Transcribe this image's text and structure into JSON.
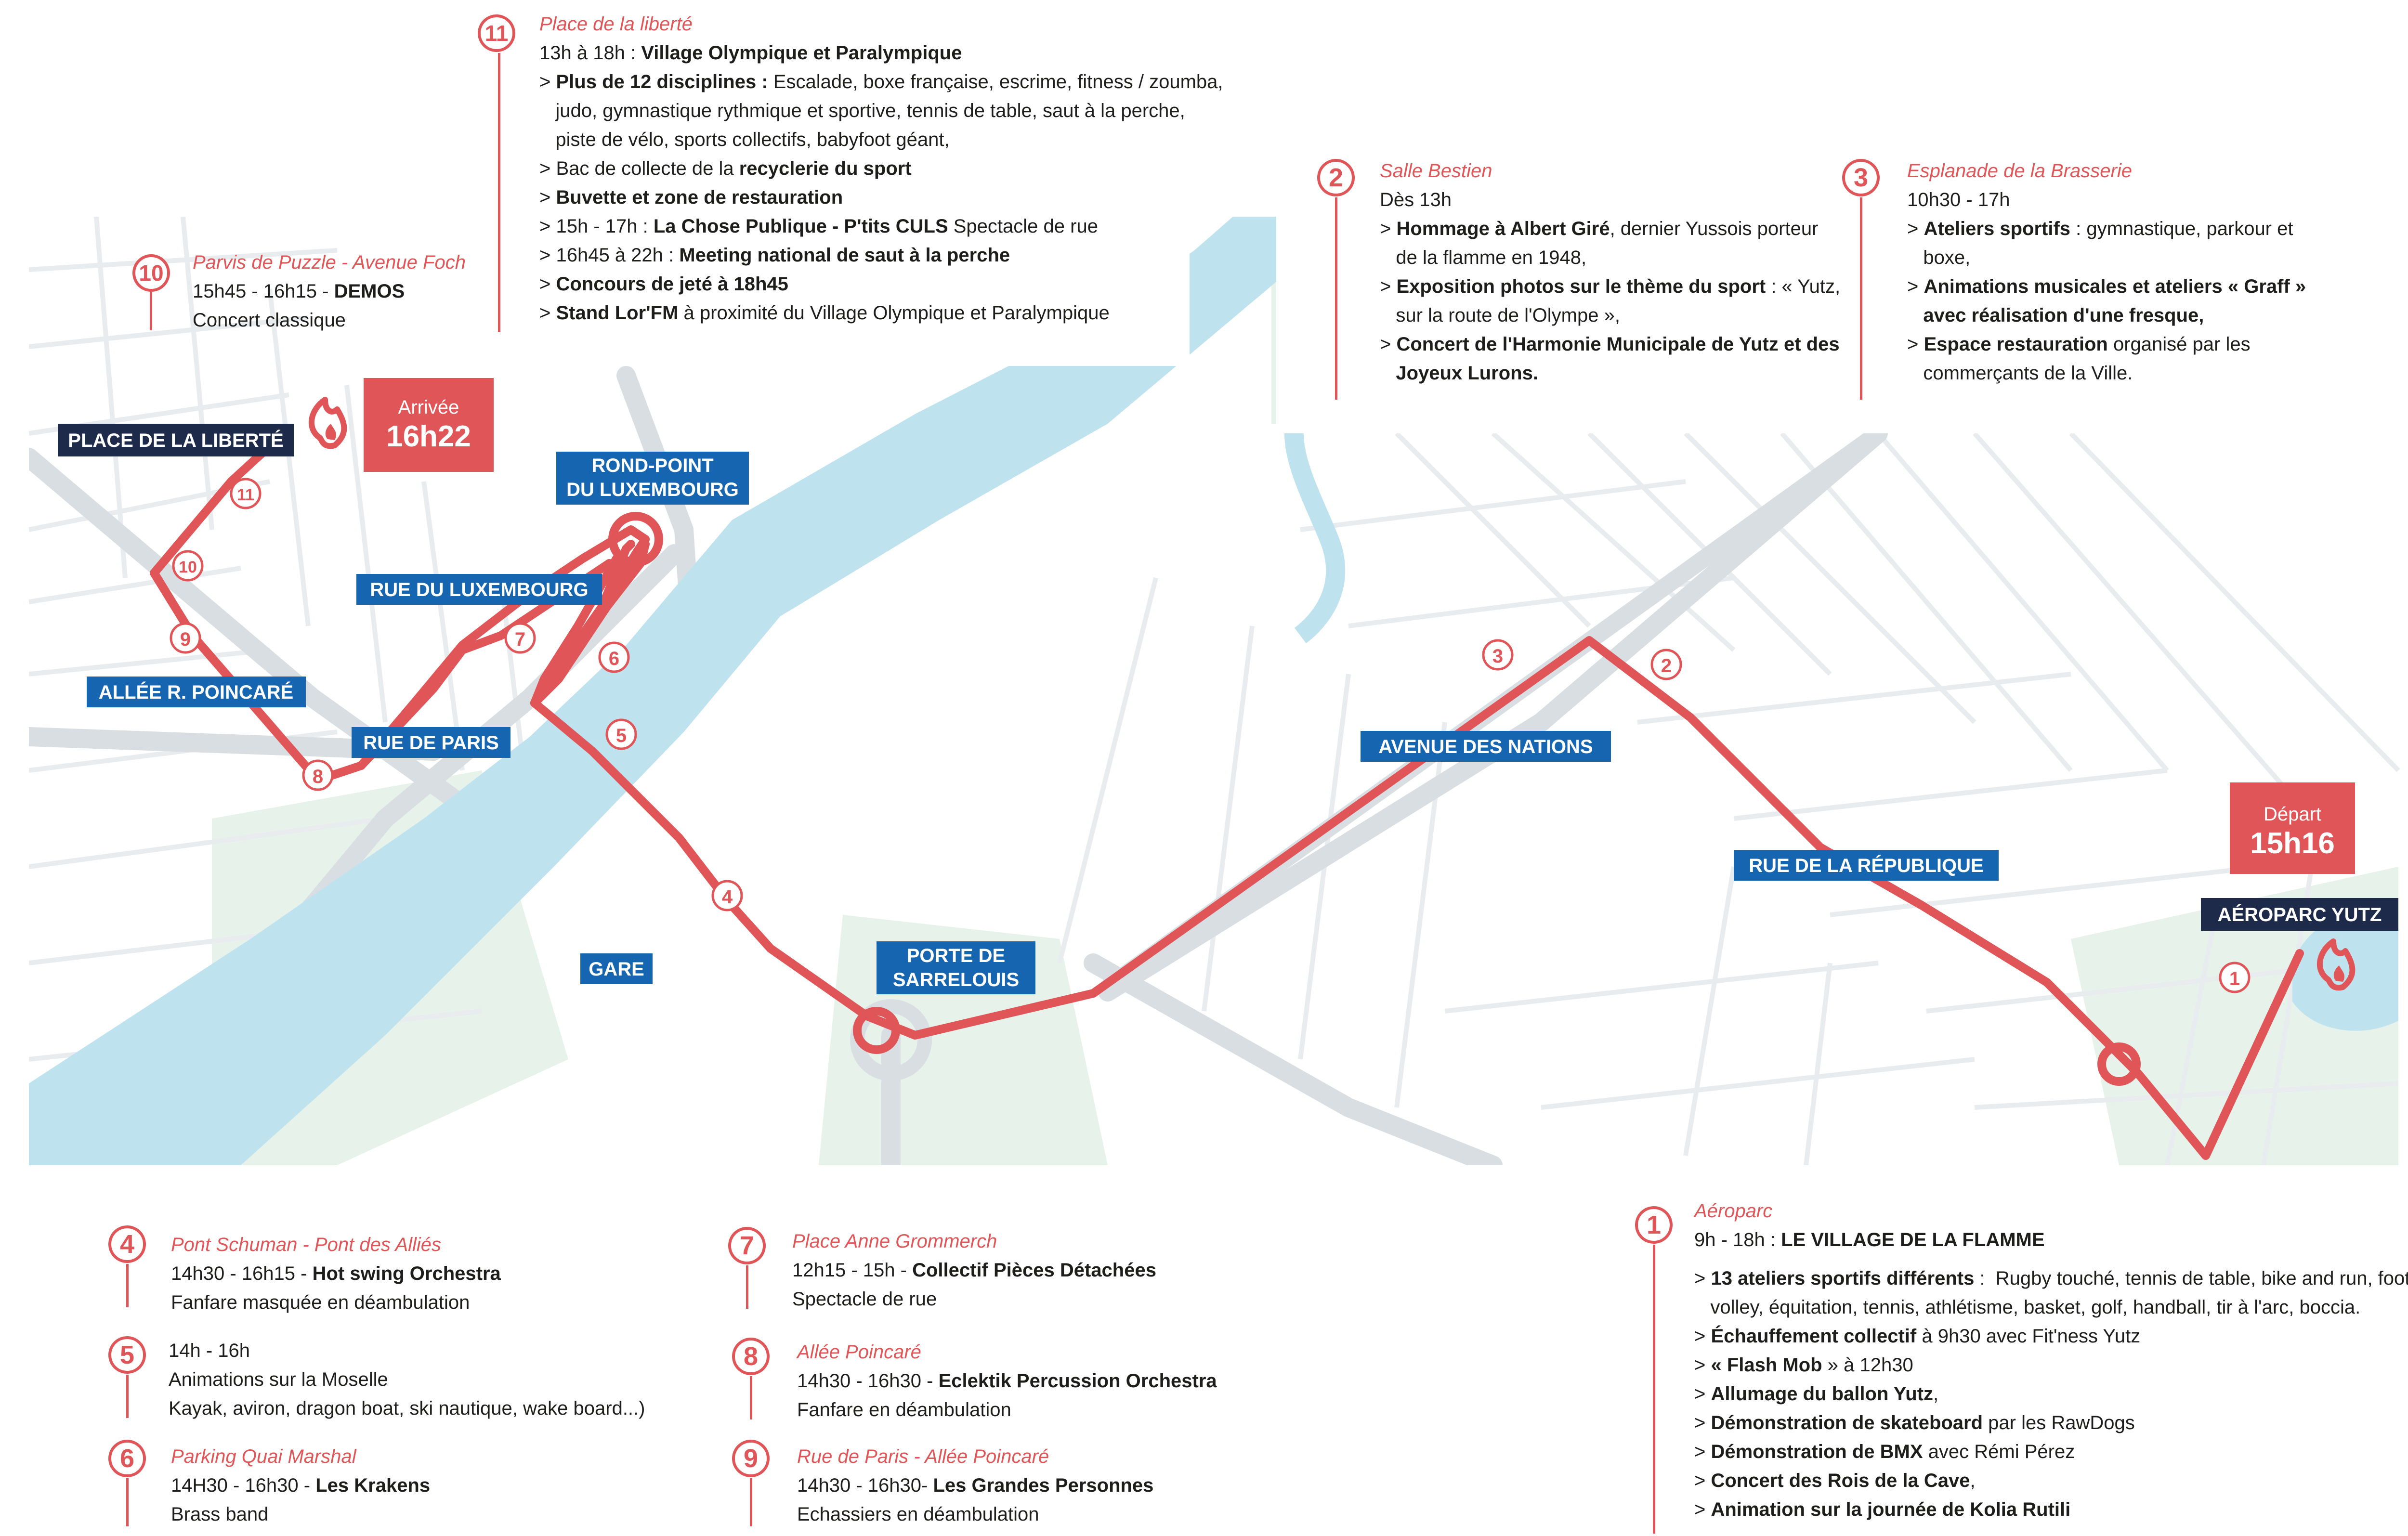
{
  "labels": {
    "place_liberte": "PLACE DE LA LIBERTÉ",
    "rond_point": [
      "ROND-POINT",
      "DU LUXEMBOURG"
    ],
    "rue_luxembourg": "RUE DU LUXEMBOURG",
    "allee_poincare": "ALLÉE R. POINCARÉ",
    "rue_paris": "RUE DE PARIS",
    "gare": "GARE",
    "porte_sarrelouis": [
      "PORTE DE",
      "SARRELOUIS"
    ],
    "avenue_nations": "AVENUE DES NATIONS",
    "rue_republique": "RUE DE LA RÉPUBLIQUE",
    "aeroparc": "AÉROPARC YUTZ"
  },
  "arrivee": {
    "label": "Arrivée",
    "time": "16h22"
  },
  "depart": {
    "label": "Départ",
    "time": "15h16"
  },
  "icons": [
    "flame-icon"
  ],
  "colors": {
    "route": "#e05557",
    "navy": "#1d2a4a",
    "blue": "#1565b0",
    "water": "#bfe3ee",
    "park": "#e6f2ea",
    "road": "#d9dee3"
  },
  "route_numbers": [
    "1",
    "2",
    "3",
    "4",
    "5",
    "6",
    "7",
    "8",
    "9",
    "10",
    "11"
  ],
  "stops": {
    "s11": {
      "num": "11",
      "place": "Place de la liberté",
      "lines": [
        [
          {
            "t": "13h à 18h : "
          },
          {
            "b": "Village Olympique et Paralympique"
          }
        ],
        [
          {
            "t": "> "
          },
          {
            "b": "Plus de 12 disciplines : "
          },
          {
            "t": "Escalade, boxe française, escrime, fitness / zoumba,"
          }
        ],
        [
          {
            "t": "   judo, gymnastique rythmique et sportive, tennis de table, saut à la perche,"
          }
        ],
        [
          {
            "t": "   piste de vélo, sports collectifs, babyfoot géant,"
          }
        ],
        [
          {
            "t": "> Bac de collecte de la "
          },
          {
            "b": "recyclerie du sport"
          }
        ],
        [
          {
            "t": "> "
          },
          {
            "b": "Buvette et zone de restauration"
          }
        ],
        [
          {
            "t": "> 15h - 17h : "
          },
          {
            "b": "La Chose Publique - P'tits CULS"
          },
          {
            "t": " Spectacle de rue"
          }
        ],
        [
          {
            "t": "> 16h45 à 22h : "
          },
          {
            "b": "Meeting national de saut à la perche"
          }
        ],
        [
          {
            "t": "> "
          },
          {
            "b": "Concours de jeté à 18h45"
          }
        ],
        [
          {
            "t": "> "
          },
          {
            "b": "Stand Lor'FM"
          },
          {
            "t": " à proximité du Village Olympique et Paralympique"
          }
        ]
      ]
    },
    "s10": {
      "num": "10",
      "place": "Parvis de Puzzle - Avenue Foch",
      "lines": [
        [
          {
            "t": "15h45 - 16h15 - "
          },
          {
            "b": "DEMOS"
          }
        ],
        [
          {
            "t": "Concert classique"
          }
        ]
      ]
    },
    "s2": {
      "num": "2",
      "place": "Salle Bestien",
      "lines": [
        [
          {
            "t": "Dès 13h"
          }
        ],
        [
          {
            "t": "> "
          },
          {
            "b": "Hommage à Albert Giré"
          },
          {
            "t": ", dernier Yussois porteur"
          }
        ],
        [
          {
            "t": "   de la flamme en 1948,"
          }
        ],
        [
          {
            "t": "> "
          },
          {
            "b": "Exposition photos sur le thème du sport"
          },
          {
            "t": " : « Yutz,"
          }
        ],
        [
          {
            "t": "   sur la route de l'Olympe »,"
          }
        ],
        [
          {
            "t": "> "
          },
          {
            "b": "Concert de l'Harmonie Municipale de Yutz et des"
          }
        ],
        [
          {
            "b": "   Joyeux Lurons."
          }
        ]
      ]
    },
    "s3": {
      "num": "3",
      "place": "Esplanade de la Brasserie",
      "lines": [
        [
          {
            "t": "10h30 - 17h"
          }
        ],
        [
          {
            "t": "> "
          },
          {
            "b": "Ateliers sportifs"
          },
          {
            "t": " : gymnastique, parkour et"
          }
        ],
        [
          {
            "t": "   boxe,"
          }
        ],
        [
          {
            "t": "> "
          },
          {
            "b": "Animations musicales et ateliers « Graff »"
          }
        ],
        [
          {
            "b": "   avec réalisation d'une fresque,"
          }
        ],
        [
          {
            "t": "> "
          },
          {
            "b": "Espace restauration"
          },
          {
            "t": " organisé par les"
          }
        ],
        [
          {
            "t": "   commerçants de la Ville."
          }
        ]
      ]
    },
    "s4": {
      "num": "4",
      "place": "Pont Schuman - Pont des Alliés",
      "lines": [
        [
          {
            "t": "14h30 - 16h15 - "
          },
          {
            "b": "Hot swing Orchestra"
          }
        ],
        [
          {
            "t": "Fanfare masquée en déambulation"
          }
        ]
      ]
    },
    "s5": {
      "num": "5",
      "place": "",
      "lines": [
        [
          {
            "t": "14h - 16h"
          }
        ],
        [
          {
            "t": "Animations sur la Moselle"
          }
        ],
        [
          {
            "t": "Kayak, aviron, dragon boat, ski nautique, wake board...)"
          }
        ]
      ]
    },
    "s6": {
      "num": "6",
      "place": "Parking Quai Marshal",
      "lines": [
        [
          {
            "t": "14H30 - 16h30 - "
          },
          {
            "b": "Les Krakens"
          }
        ],
        [
          {
            "t": "Brass band"
          }
        ]
      ]
    },
    "s7": {
      "num": "7",
      "place": "Place Anne Grommerch",
      "lines": [
        [
          {
            "t": "12h15 - 15h - "
          },
          {
            "b": "Collectif Pièces Détachées"
          }
        ],
        [
          {
            "t": "Spectacle de rue"
          }
        ]
      ]
    },
    "s8": {
      "num": "8",
      "place": "Allée Poincaré",
      "lines": [
        [
          {
            "t": "14h30 - 16h30 - "
          },
          {
            "b": "Eclektik Percussion Orchestra"
          }
        ],
        [
          {
            "t": "Fanfare en déambulation"
          }
        ]
      ]
    },
    "s9": {
      "num": "9",
      "place": "Rue de Paris - Allée Poincaré",
      "lines": [
        [
          {
            "t": "14h30 - 16h30- "
          },
          {
            "b": "Les Grandes Personnes"
          }
        ],
        [
          {
            "t": "Echassiers en déambulation"
          }
        ]
      ]
    },
    "s1": {
      "num": "1",
      "place": "Aéroparc",
      "lines": [
        [
          {
            "t": "9h - 18h : "
          },
          {
            "b": "LE VILLAGE DE LA FLAMME"
          }
        ],
        [
          {
            "t": ""
          }
        ],
        [
          {
            "t": "> "
          },
          {
            "b": "13 ateliers sportifs différents"
          },
          {
            "t": " :  Rugby touché, tennis de table, bike and run, football,"
          }
        ],
        [
          {
            "t": "   volley, équitation, tennis, athlétisme, basket, golf, handball, tir à l'arc, boccia."
          }
        ],
        [
          {
            "t": "> "
          },
          {
            "b": "Échauffement collectif"
          },
          {
            "t": " à 9h30 avec Fit'ness Yutz"
          }
        ],
        [
          {
            "t": "> "
          },
          {
            "b": "« Flash Mob"
          },
          {
            "t": " » à 12h30"
          }
        ],
        [
          {
            "t": "> "
          },
          {
            "b": "Allumage du ballon Yutz"
          },
          {
            "t": ","
          }
        ],
        [
          {
            "t": "> "
          },
          {
            "b": "Démonstration de skateboard"
          },
          {
            "t": " par les RawDogs"
          }
        ],
        [
          {
            "t": "> "
          },
          {
            "b": "Démonstration de BMX"
          },
          {
            "t": " avec Rémi Pérez"
          }
        ],
        [
          {
            "t": "> "
          },
          {
            "b": "Concert des Rois de la Cave"
          },
          {
            "t": ","
          }
        ],
        [
          {
            "t": "> "
          },
          {
            "b": "Animation sur la journée de Kolia Rutili"
          }
        ]
      ]
    }
  }
}
